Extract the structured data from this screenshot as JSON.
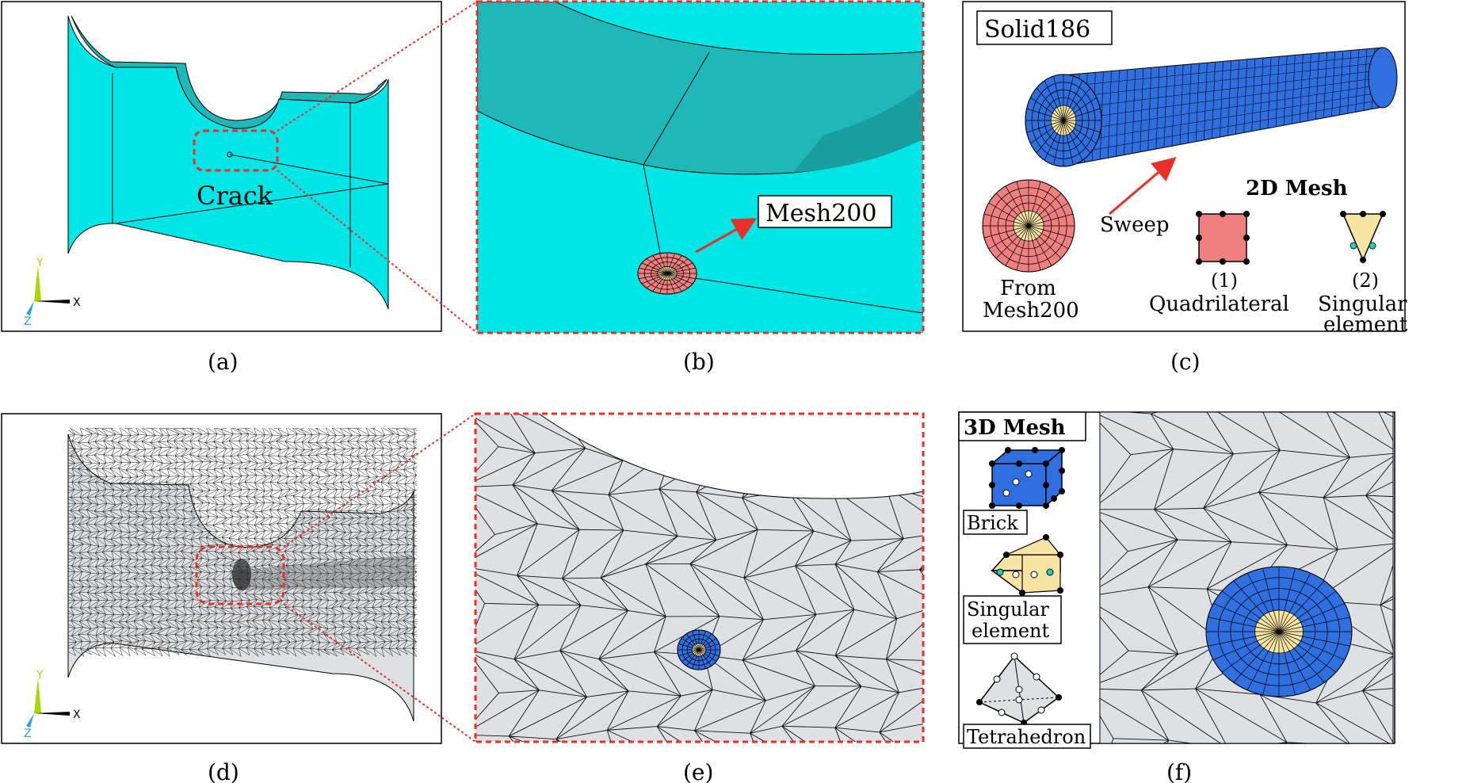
{
  "panels": {
    "a": {
      "caption": "(a)",
      "crack_label": "Crack",
      "axis_y": "Y",
      "axis_x": "X",
      "axis_z": "Z"
    },
    "b": {
      "caption": "(b)",
      "mesh_label": "Mesh200"
    },
    "c": {
      "caption": "(c)",
      "element_label": "Solid186",
      "from_label_1": "From",
      "from_label_2": "Mesh200",
      "sweep_label": "Sweep",
      "mesh2d_title": "2D Mesh",
      "quad_num": "(1)",
      "quad_label": "Quadrilateral",
      "sing_num": "(2)",
      "sing_label_1": "Singular",
      "sing_label_2": "element"
    },
    "d": {
      "caption": "(d)",
      "axis_y": "Y",
      "axis_x": "X",
      "axis_z": "Z"
    },
    "e": {
      "caption": "(e)"
    },
    "f": {
      "caption": "(f)",
      "mesh3d_title": "3D Mesh",
      "brick_label": "Brick",
      "sing_label_1": "Singular",
      "sing_label_2": "element",
      "tet_label": "Tetrahedron"
    }
  },
  "colors": {
    "cyan": "#00e5e5",
    "cyan_dark": "#1fb8b8",
    "salmon": "#f08080",
    "tan": "#f7e3a4",
    "blue": "#2f6fe0",
    "grey": "#dde1e3",
    "red": "#e8302a",
    "axis_green": "#a8d600",
    "axis_blue": "#2aa0e0"
  }
}
